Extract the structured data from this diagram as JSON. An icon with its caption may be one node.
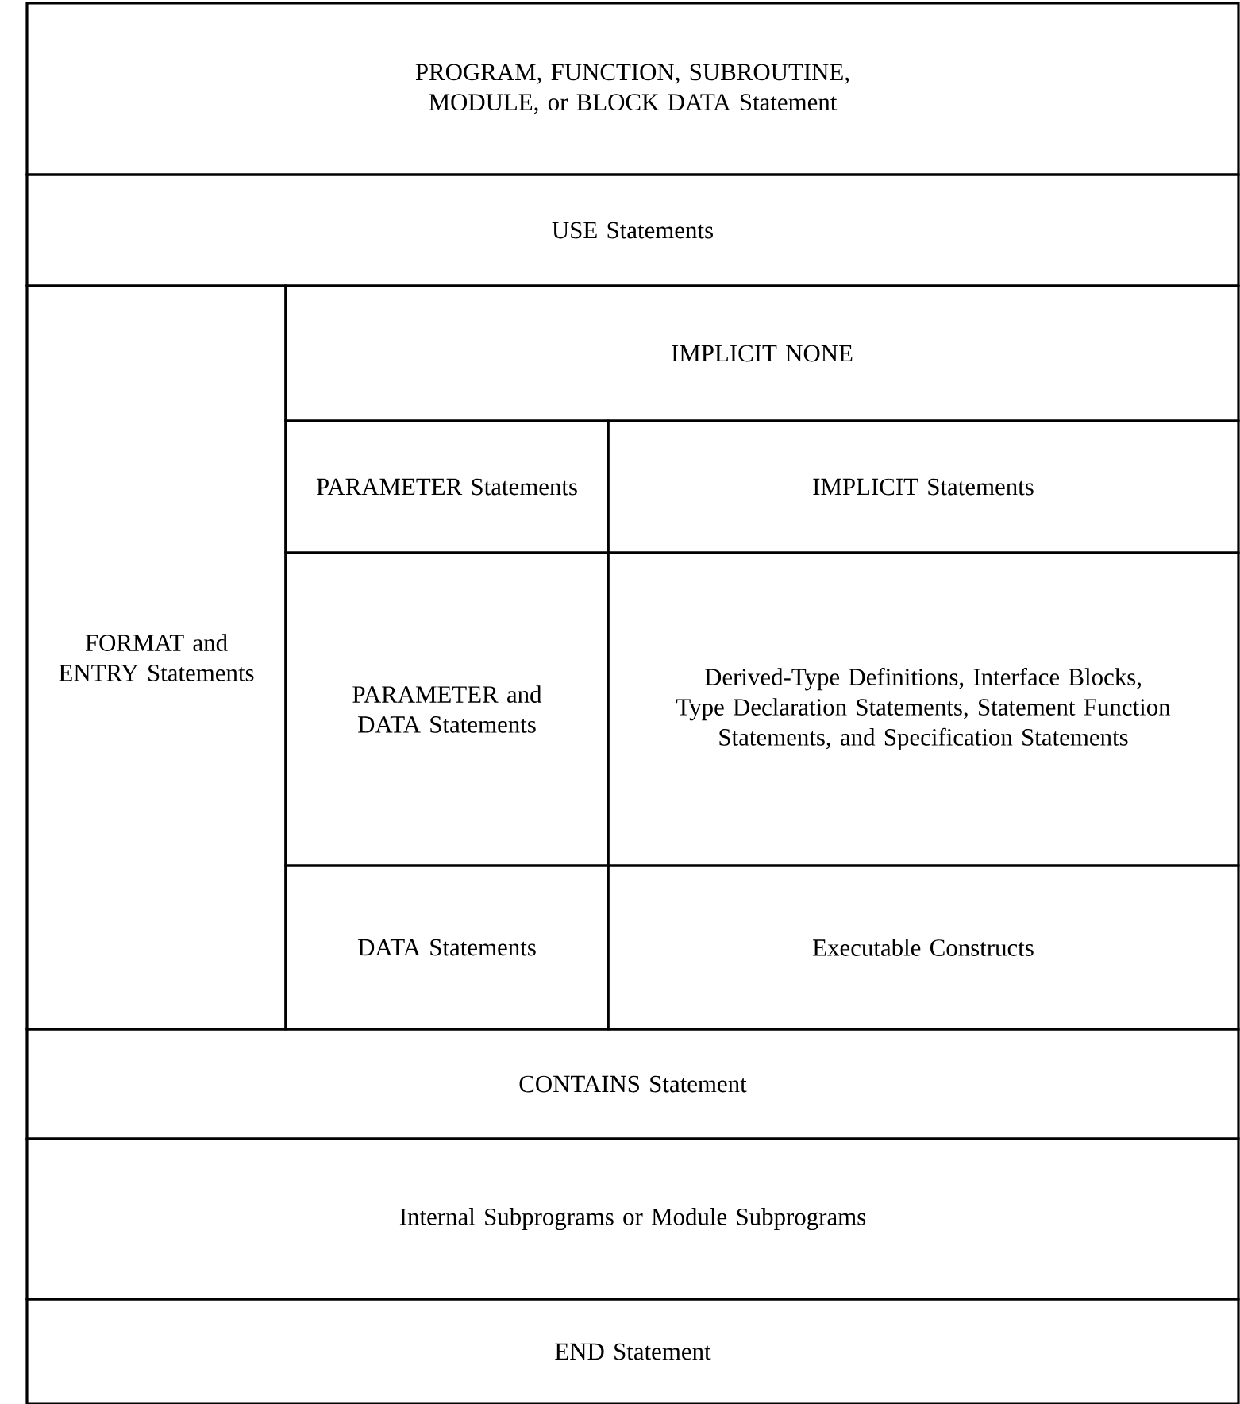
{
  "diagram": {
    "nodes": [
      {
        "text": [
          "PROGRAM, FUNCTION, SUBROUTINE, MODULE, or BLOCK DATA Statement"
        ]
      },
      {
        "text": [
          "USE Statements"
        ]
      },
      {
        "text": [
          "FORMAT and ENTRY Statements"
        ]
      },
      {
        "text": [
          "IMPLICIT NONE"
        ]
      },
      {
        "text": [
          "PARAMETER Statements"
        ]
      },
      {
        "text": [
          "IMPLICIT Statements"
        ]
      },
      {
        "text": [
          "PARAMETER and DATA Statements"
        ]
      },
      {
        "text": [
          "Derived-Type Definitions, Interface Blocks, Type Declaration Statements, Statement Function Statements, and Specification Statements"
        ]
      },
      {
        "text": [
          "DATA Statements"
        ]
      },
      {
        "text": [
          "Executable Constructs"
        ]
      },
      {
        "text": [
          "CONTAINS Statement"
        ]
      },
      {
        "text": [
          "Internal Subprograms or Module Subprograms"
        ]
      },
      {
        "text": [
          "END Statement"
        ]
      }
    ]
  }
}
